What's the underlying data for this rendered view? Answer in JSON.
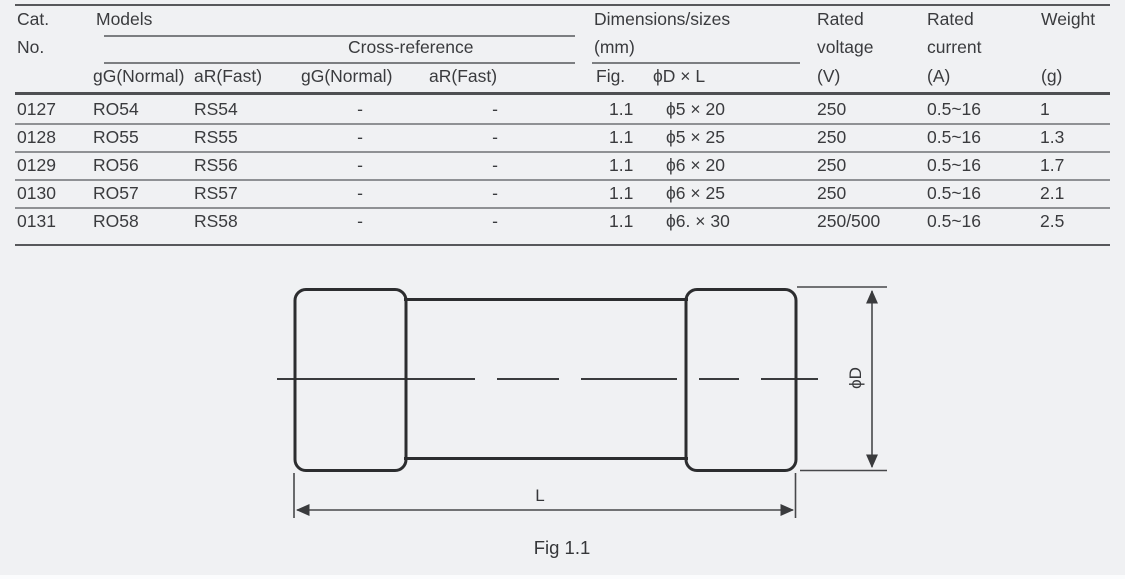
{
  "colors": {
    "background": "#f0f1f3",
    "text": "#3a3b3e",
    "rule_light": "#8f9194",
    "rule_dark": "#4e4f52",
    "drawing_stroke": "#2c2d2f"
  },
  "table": {
    "header": {
      "cat_line1": "Cat.",
      "cat_line2": "No.",
      "models": "Models",
      "cross_reference": "Cross-reference",
      "dims_line1": "Dimensions/sizes",
      "dims_line2": "(mm)",
      "voltage_line1": "Rated",
      "voltage_line2": "voltage",
      "voltage_line3": "(V)",
      "current_line1": "Rated",
      "current_line2": "current",
      "current_line3": "(A)",
      "weight_line1": "Weight",
      "weight_line3": "(g)",
      "sub": {
        "models_gg": "gG(Normal)",
        "models_ar": "aR(Fast)",
        "cross_gg": "gG(Normal)",
        "cross_ar": "aR(Fast)",
        "fig": "Fig.",
        "dxl": "ϕD × L"
      }
    },
    "rows": [
      {
        "cat": "0127",
        "gg": "RO54",
        "ar": "RS54",
        "xgg": "-",
        "xar": "-",
        "fig": "1.1",
        "dxl": "ϕ5 × 20",
        "voltage": "250",
        "current": "0.5~16",
        "weight": "1"
      },
      {
        "cat": "0128",
        "gg": "RO55",
        "ar": "RS55",
        "xgg": "-",
        "xar": "-",
        "fig": "1.1",
        "dxl": "ϕ5 × 25",
        "voltage": "250",
        "current": "0.5~16",
        "weight": "1.3"
      },
      {
        "cat": "0129",
        "gg": "RO56",
        "ar": "RS56",
        "xgg": "-",
        "xar": "-",
        "fig": "1.1",
        "dxl": "ϕ6 × 20",
        "voltage": "250",
        "current": "0.5~16",
        "weight": "1.7"
      },
      {
        "cat": "0130",
        "gg": "RO57",
        "ar": "RS57",
        "xgg": "-",
        "xar": "-",
        "fig": "1.1",
        "dxl": "ϕ6 × 25",
        "voltage": "250",
        "current": "0.5~16",
        "weight": "2.1"
      },
      {
        "cat": "0131",
        "gg": "RO58",
        "ar": "RS58",
        "xgg": "-",
        "xar": "-",
        "fig": "1.1",
        "dxl": "ϕ6. × 30",
        "voltage": "250/500",
        "current": "0.5~16",
        "weight": "2.5"
      }
    ]
  },
  "figure": {
    "diameter_label": "ϕD",
    "length_label": "L",
    "caption": "Fig 1.1"
  }
}
